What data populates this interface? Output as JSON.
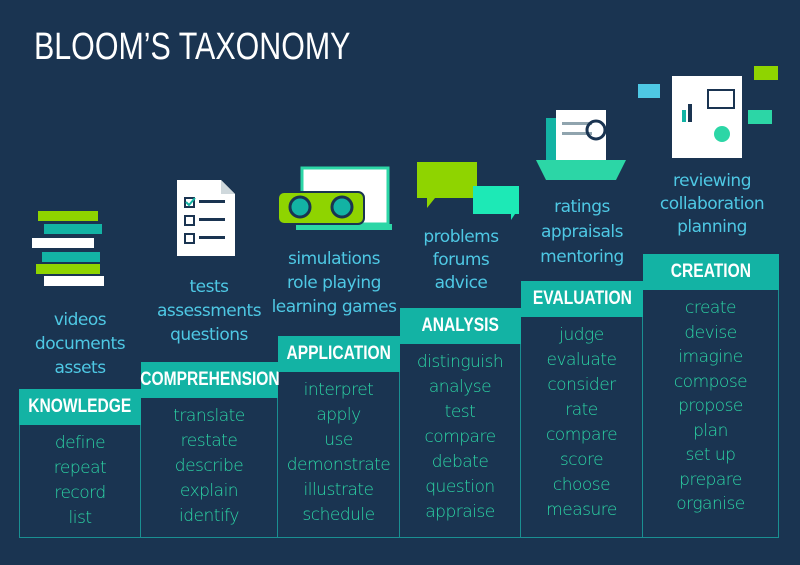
{
  "title": "BLOOM’S TAXONOMY",
  "levels": [
    {
      "name": "KNOWLEDGE",
      "examples": [
        "videos",
        "documents",
        "assets"
      ],
      "verbs": [
        "define",
        "repeat",
        "record",
        "list"
      ]
    },
    {
      "name": "COMPREHENSION",
      "examples": [
        "tests",
        "assessments",
        "questions"
      ],
      "verbs": [
        "translate",
        "restate",
        "describe",
        "explain",
        "identify"
      ]
    },
    {
      "name": "APPLICATION",
      "examples": [
        "simulations",
        "role playing",
        "learning games"
      ],
      "verbs": [
        "interpret",
        "apply",
        "use",
        "demonstrate",
        "illustrate",
        "schedule"
      ]
    },
    {
      "name": "ANALYSIS",
      "examples": [
        "problems",
        "forums",
        "advice"
      ],
      "verbs": [
        "distinguish",
        "analyse",
        "test",
        "compare",
        "debate",
        "question",
        "appraise"
      ]
    },
    {
      "name": "EVALUATION",
      "examples": [
        "ratings",
        "appraisals",
        "mentoring"
      ],
      "verbs": [
        "judge",
        "evaluate",
        "consider",
        "rate",
        "compare",
        "score",
        "choose",
        "measure"
      ]
    },
    {
      "name": "CREATION",
      "examples": [
        "reviewing",
        "collaboration",
        "planning"
      ],
      "verbs": [
        "create",
        "devise",
        "imagine",
        "compose",
        "propose",
        "plan",
        "set up",
        "prepare",
        "organise"
      ]
    }
  ],
  "colors": {
    "background": "#1a3451",
    "header": "#13b3a4",
    "verbs": "#2cd6a6",
    "examples": "#4ec8e4",
    "lime": "#8fd400"
  }
}
